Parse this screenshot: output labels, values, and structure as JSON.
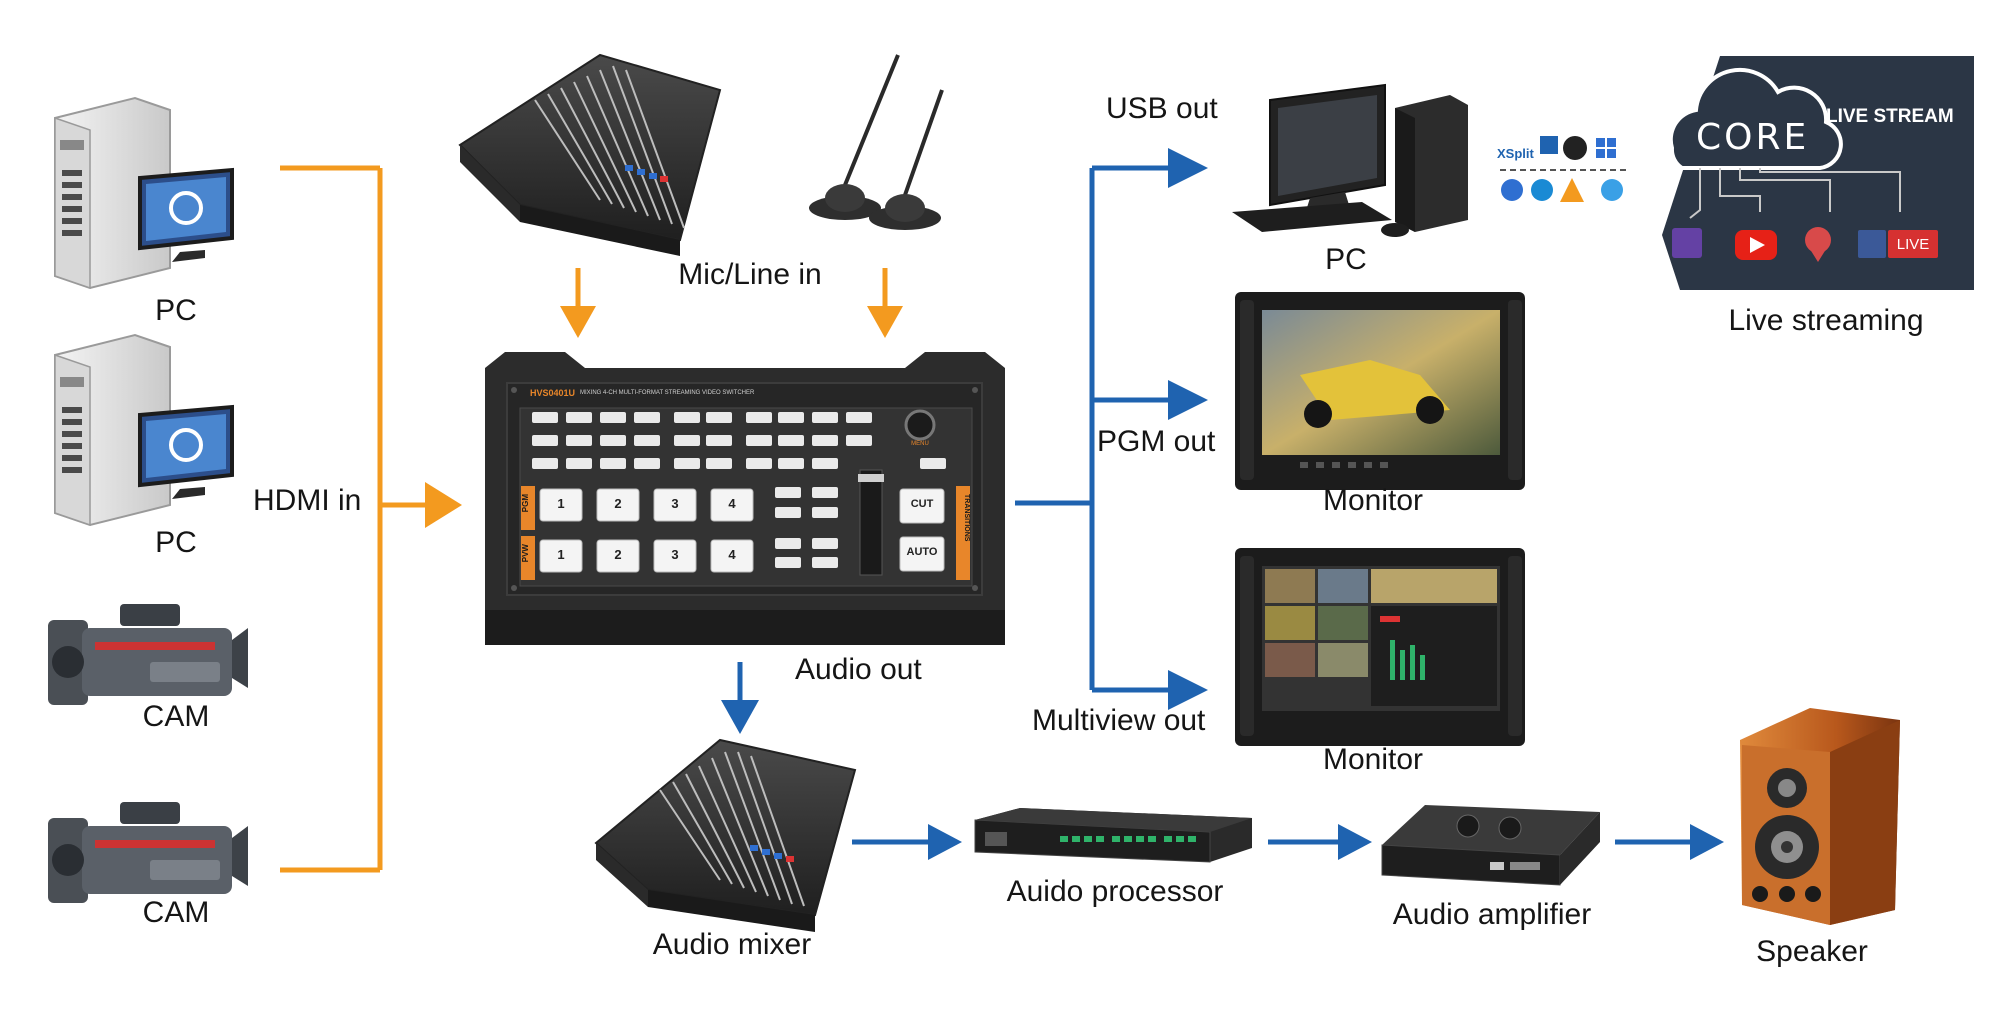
{
  "labels": {
    "pc_1": "PC",
    "pc_2": "PC",
    "cam_1": "CAM",
    "cam_2": "CAM",
    "hdmi_in": "HDMI in",
    "mic_line_in": "Mic/Line in",
    "audio_out": "Audio out",
    "audio_mixer": "Audio mixer",
    "audio_processor": "Auido processor",
    "audio_amplifier": "Audio amplifier",
    "speaker": "Speaker",
    "usb_out": "USB out",
    "pgm_out": "PGM out",
    "multiview_out": "Multiview out",
    "pc_out": "PC",
    "monitor_1": "Monitor",
    "monitor_2": "Monitor",
    "live_streaming": "Live streaming"
  },
  "switcher": {
    "model": "HVS0401U",
    "subtitle": "MIXING 4-CH MULTI-FORMAT STREAMING VIDEO SWITCHER",
    "pgm_label": "PGM",
    "pvw_label": "PVW",
    "transitions_label": "TRANSITIONS",
    "cut_label": "CUT",
    "auto_label": "AUTO",
    "menu_label": "MENU",
    "pgm_buttons": [
      "1",
      "2",
      "3",
      "4"
    ],
    "pvw_buttons": [
      "1",
      "2",
      "3",
      "4"
    ]
  },
  "core_panel": {
    "brand": "CORE",
    "live_stream": "LIVE STREAM",
    "live_badge": "LIVE",
    "xsplit": "XSplit"
  },
  "colors": {
    "orange_arrow": "#f39a1f",
    "blue_arrow": "#1f63b0",
    "core_panel_bg": "#2b3645"
  }
}
